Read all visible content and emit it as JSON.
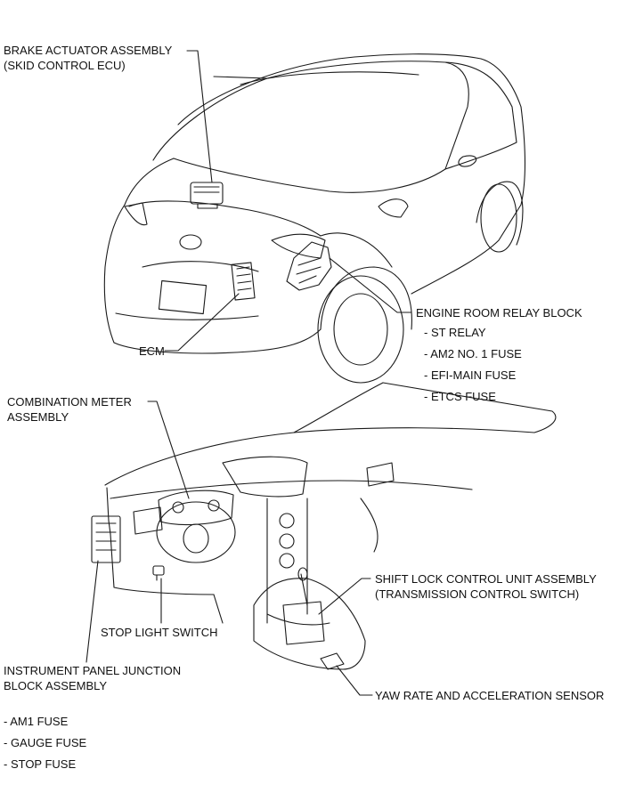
{
  "labels": {
    "brake_actuator": [
      "BRAKE ACTUATOR ASSEMBLY",
      "(SKID CONTROL ECU)"
    ],
    "ecm": "ECM",
    "engine_room_relay_block": "ENGINE ROOM RELAY BLOCK",
    "engine_room_items": [
      "- ST RELAY",
      "- AM2 NO. 1 FUSE",
      "- EFI-MAIN FUSE",
      "- ETCS FUSE"
    ],
    "combination_meter": [
      "COMBINATION METER",
      "ASSEMBLY"
    ],
    "shift_lock": [
      "SHIFT LOCK CONTROL UNIT ASSEMBLY",
      "(TRANSMISSION CONTROL SWITCH)"
    ],
    "stop_light_switch": "STOP LIGHT SWITCH",
    "instrument_panel_jb": [
      "INSTRUMENT PANEL JUNCTION",
      "BLOCK ASSEMBLY"
    ],
    "instrument_panel_items": [
      "- AM1 FUSE",
      "- GAUGE FUSE",
      "- STOP FUSE"
    ],
    "yaw_rate_sensor": "YAW RATE AND ACCELERATION SENSOR"
  },
  "colors": {
    "line": "#1a1a1a",
    "text": "#111111",
    "background": "#ffffff"
  }
}
